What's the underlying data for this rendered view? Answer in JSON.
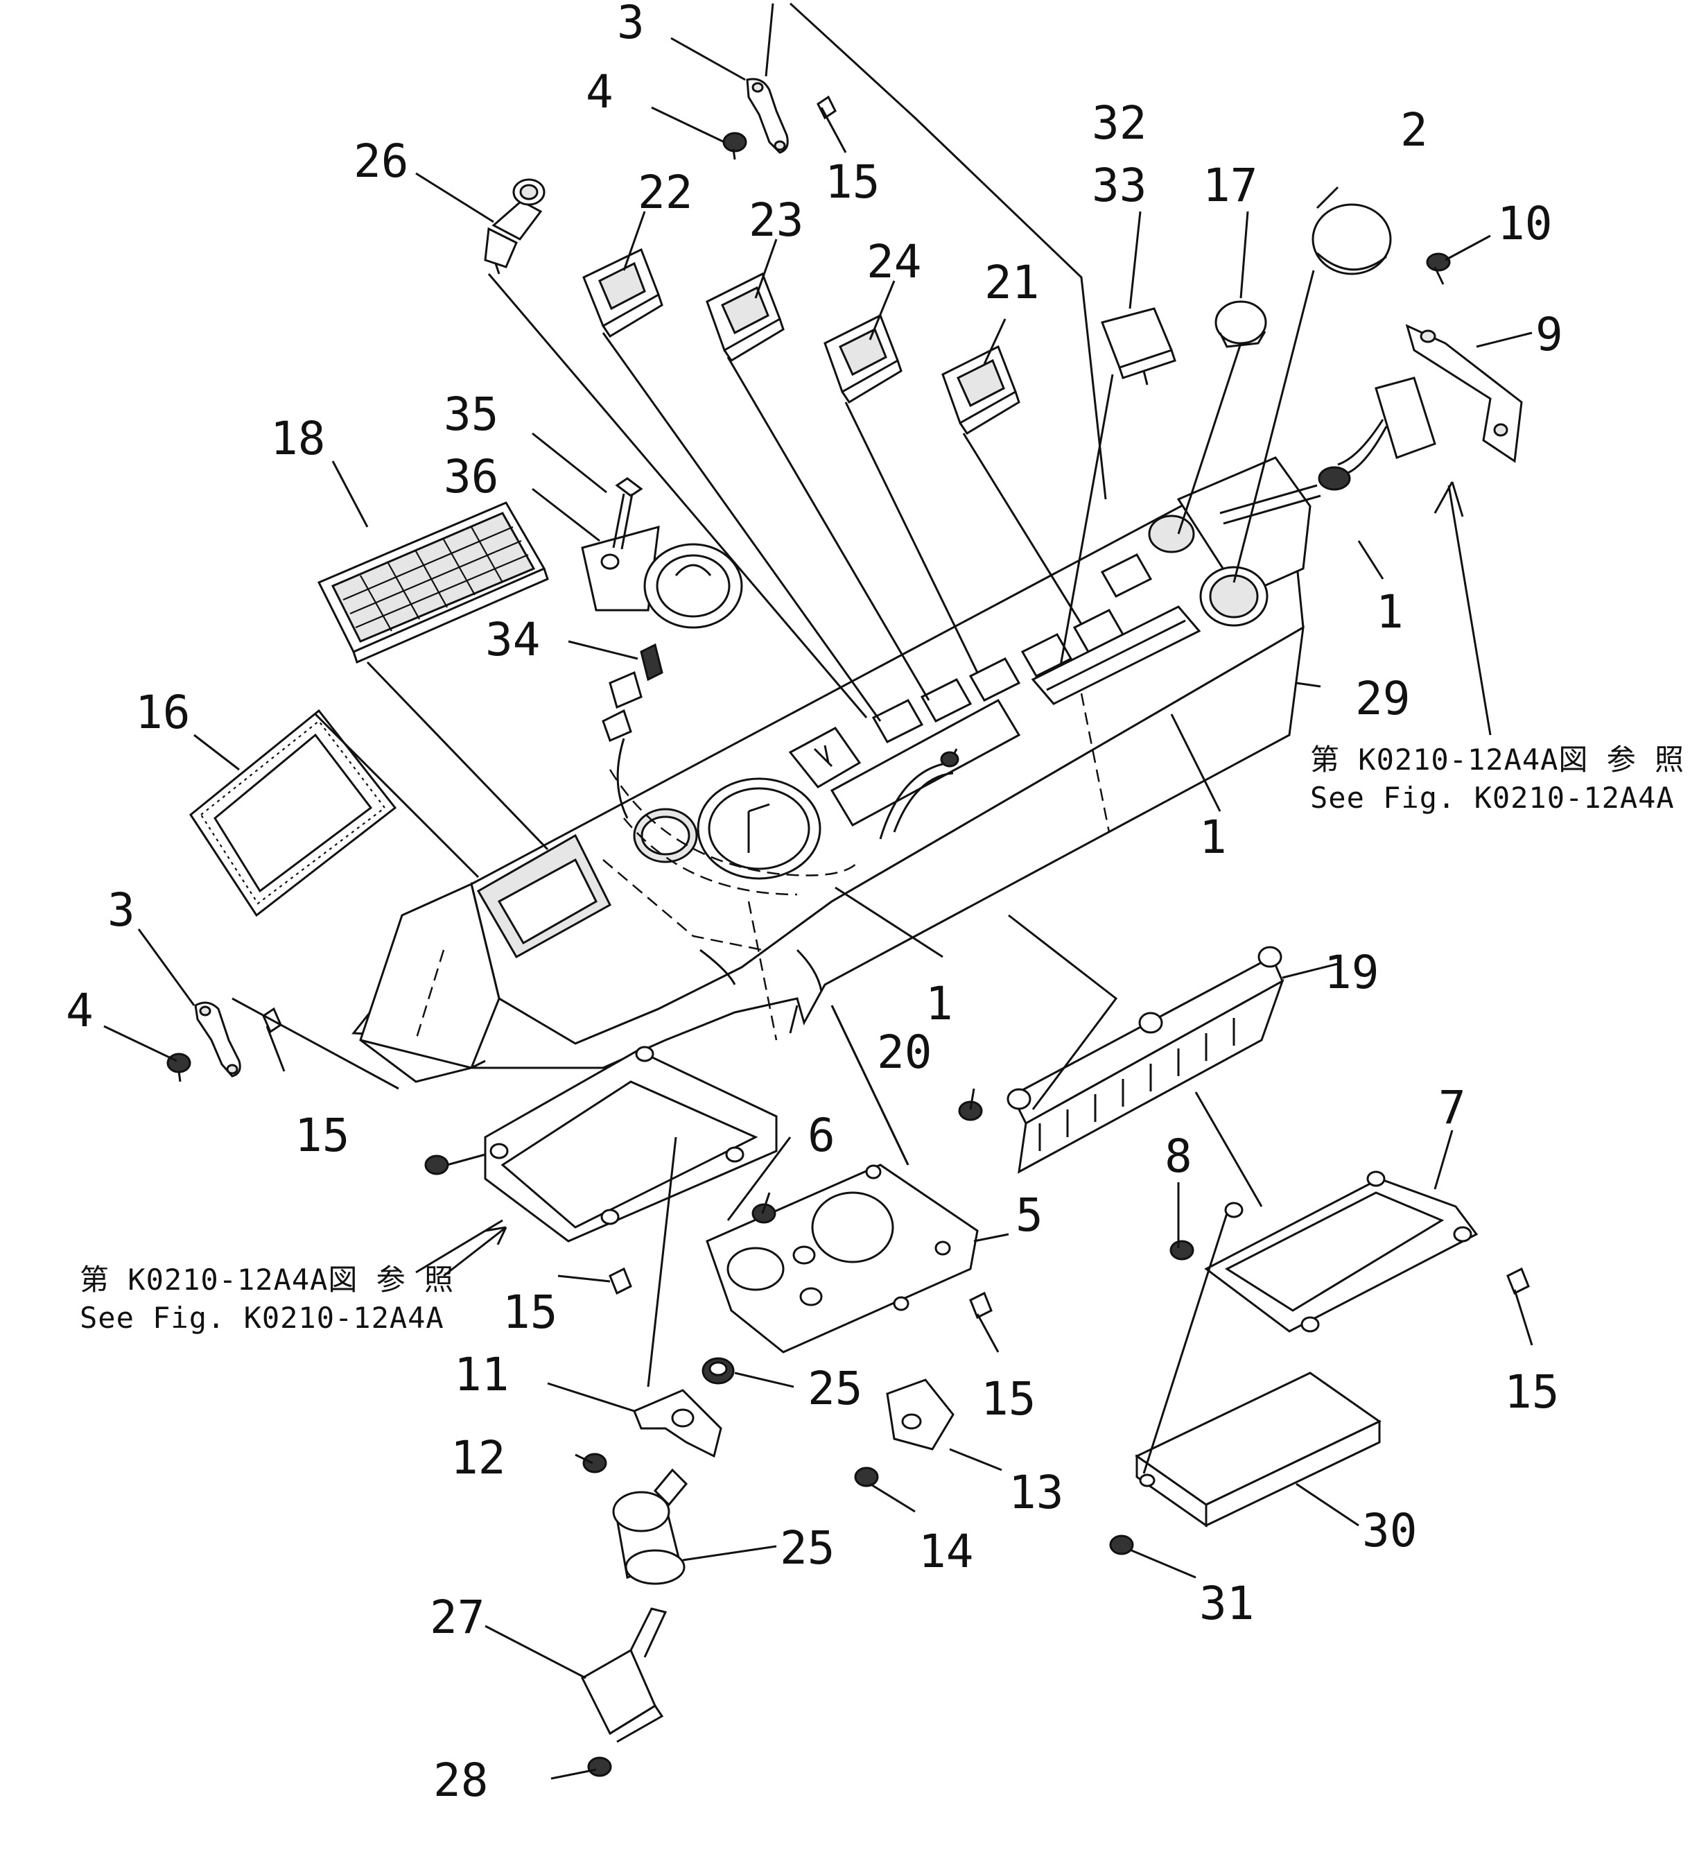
{
  "diagram": {
    "callouts": [
      {
        "id": "c-3-top",
        "text": "3"
      },
      {
        "id": "c-4-top",
        "text": "4"
      },
      {
        "id": "c-15-top",
        "text": "15"
      },
      {
        "id": "c-26",
        "text": "26"
      },
      {
        "id": "c-22",
        "text": "22"
      },
      {
        "id": "c-23",
        "text": "23"
      },
      {
        "id": "c-24",
        "text": "24"
      },
      {
        "id": "c-21",
        "text": "21"
      },
      {
        "id": "c-32",
        "text": "32"
      },
      {
        "id": "c-33",
        "text": "33"
      },
      {
        "id": "c-17",
        "text": "17"
      },
      {
        "id": "c-2",
        "text": "2"
      },
      {
        "id": "c-10",
        "text": "10"
      },
      {
        "id": "c-9",
        "text": "9"
      },
      {
        "id": "c-1-right",
        "text": "1"
      },
      {
        "id": "c-35",
        "text": "35"
      },
      {
        "id": "c-36",
        "text": "36"
      },
      {
        "id": "c-18",
        "text": "18"
      },
      {
        "id": "c-34",
        "text": "34"
      },
      {
        "id": "c-29",
        "text": "29"
      },
      {
        "id": "c-16",
        "text": "16"
      },
      {
        "id": "c-1-mid",
        "text": "1"
      },
      {
        "id": "c-3-left",
        "text": "3"
      },
      {
        "id": "c-4-left",
        "text": "4"
      },
      {
        "id": "c-15-left",
        "text": "15"
      },
      {
        "id": "c-1-low",
        "text": "1"
      },
      {
        "id": "c-19",
        "text": "19"
      },
      {
        "id": "c-20",
        "text": "20"
      },
      {
        "id": "c-6",
        "text": "6"
      },
      {
        "id": "c-5",
        "text": "5"
      },
      {
        "id": "c-8",
        "text": "8"
      },
      {
        "id": "c-7",
        "text": "7"
      },
      {
        "id": "c-15-lowleft",
        "text": "15"
      },
      {
        "id": "c-11",
        "text": "11"
      },
      {
        "id": "c-25-a",
        "text": "25"
      },
      {
        "id": "c-15-center",
        "text": "15"
      },
      {
        "id": "c-15-right",
        "text": "15"
      },
      {
        "id": "c-12",
        "text": "12"
      },
      {
        "id": "c-13",
        "text": "13"
      },
      {
        "id": "c-25-b",
        "text": "25"
      },
      {
        "id": "c-14",
        "text": "14"
      },
      {
        "id": "c-30",
        "text": "30"
      },
      {
        "id": "c-31",
        "text": "31"
      },
      {
        "id": "c-27",
        "text": "27"
      },
      {
        "id": "c-28",
        "text": "28"
      }
    ],
    "references": [
      {
        "id": "ref-right-jp",
        "text": "第 K0210-12A4A図 参 照"
      },
      {
        "id": "ref-right-en",
        "text": "See Fig. K0210-12A4A"
      },
      {
        "id": "ref-left-jp",
        "text": "第 K0210-12A4A図 参 照"
      },
      {
        "id": "ref-left-en",
        "text": "See Fig. K0210-12A4A"
      }
    ]
  }
}
